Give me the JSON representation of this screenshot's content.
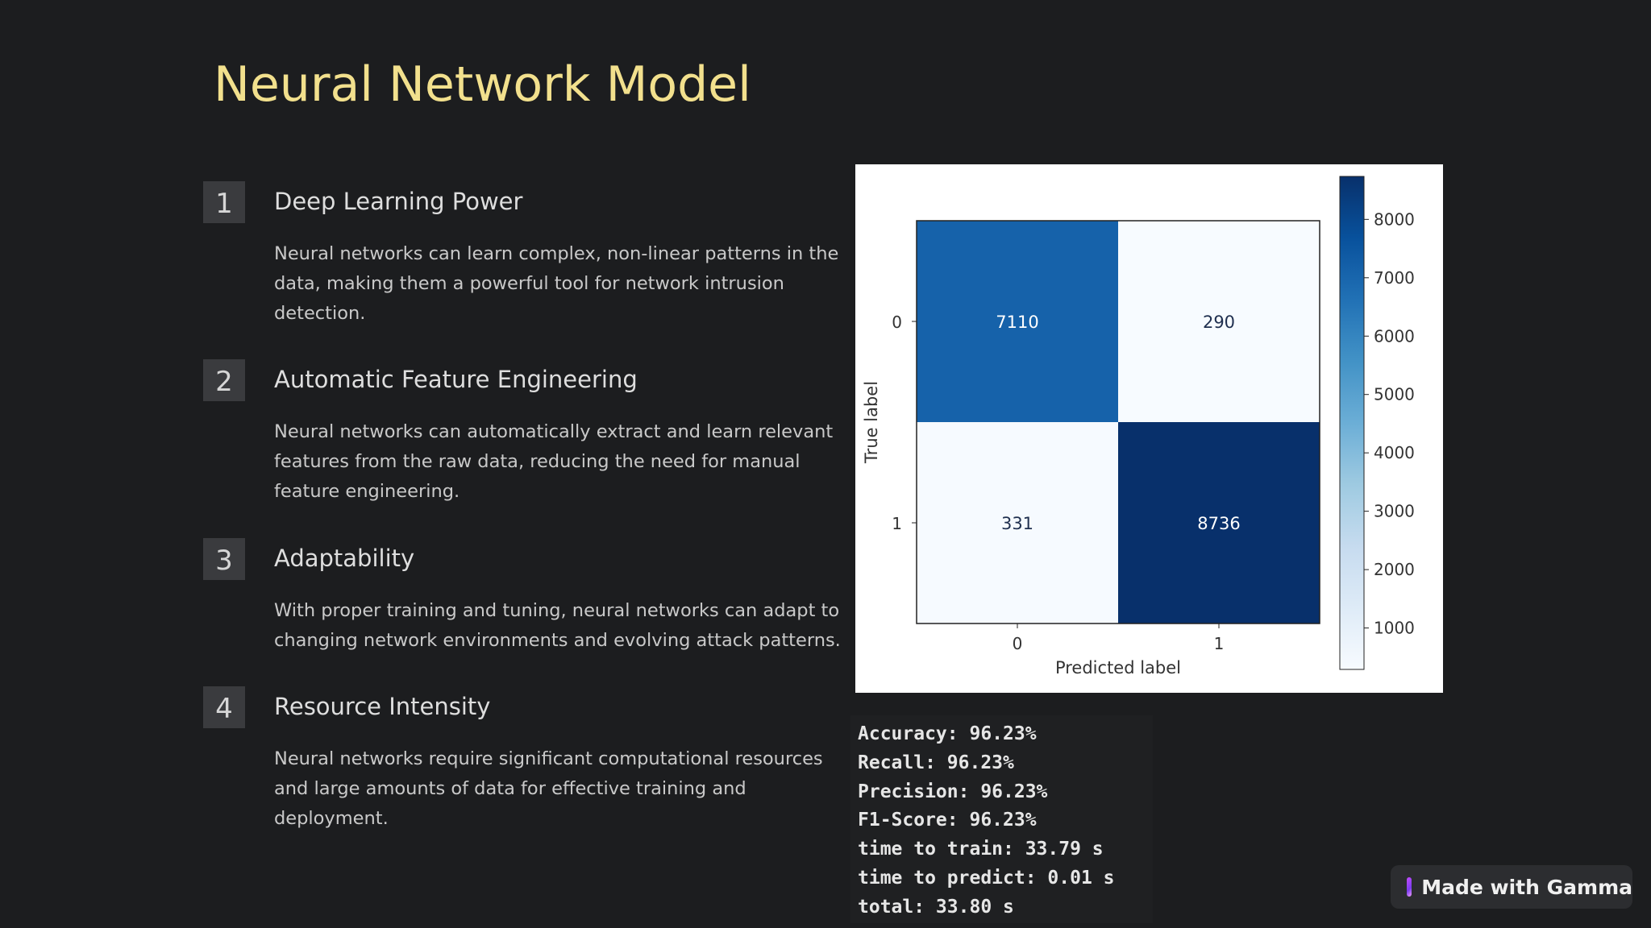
{
  "slide": {
    "title": "Neural Network Model"
  },
  "items": [
    {
      "number": "1",
      "title": "Deep Learning Power",
      "body": "Neural networks can learn complex, non-linear patterns in the data, making them a powerful tool for network intrusion detection."
    },
    {
      "number": "2",
      "title": "Automatic Feature Engineering",
      "body": "Neural networks can automatically extract and learn relevant features from the raw data, reducing the need for manual feature engineering."
    },
    {
      "number": "3",
      "title": "Adaptability",
      "body": "With proper training and tuning, neural networks can adapt to changing network environments and evolving attack patterns."
    },
    {
      "number": "4",
      "title": "Resource Intensity",
      "body": "Neural networks require significant computational resources and large amounts of data for effective training and deployment."
    }
  ],
  "chart_data": {
    "type": "heatmap",
    "x_categories": [
      "0",
      "1"
    ],
    "y_categories": [
      "0",
      "1"
    ],
    "values": [
      [
        7110,
        290
      ],
      [
        331,
        8736
      ]
    ],
    "xlabel": "Predicted label",
    "ylabel": "True label",
    "colorbar_ticks": [
      1000,
      2000,
      3000,
      4000,
      5000,
      6000,
      7000,
      8000
    ],
    "colorbar_range": [
      290,
      8736
    ],
    "colormap": "Blues"
  },
  "metrics": [
    "Accuracy: 96.23%",
    "Recall: 96.23%",
    "Precision: 96.23%",
    "F1-Score: 96.23%",
    "time to train: 33.79 s",
    "time to predict: 0.01 s",
    "total: 33.80 s"
  ],
  "badge": {
    "label": "Made with Gamma",
    "icon": "gamma-logo-icon"
  }
}
